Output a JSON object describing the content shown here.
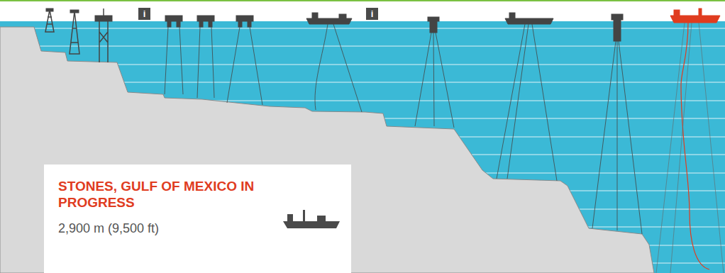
{
  "diagram": {
    "nodes": [
      {
        "text": [
          "STONES, GULF OF MEXICO IN PROGRESS",
          "2,900 m (9,500 ft)"
        ]
      }
    ],
    "labels": [
      "i",
      "i"
    ]
  }
}
